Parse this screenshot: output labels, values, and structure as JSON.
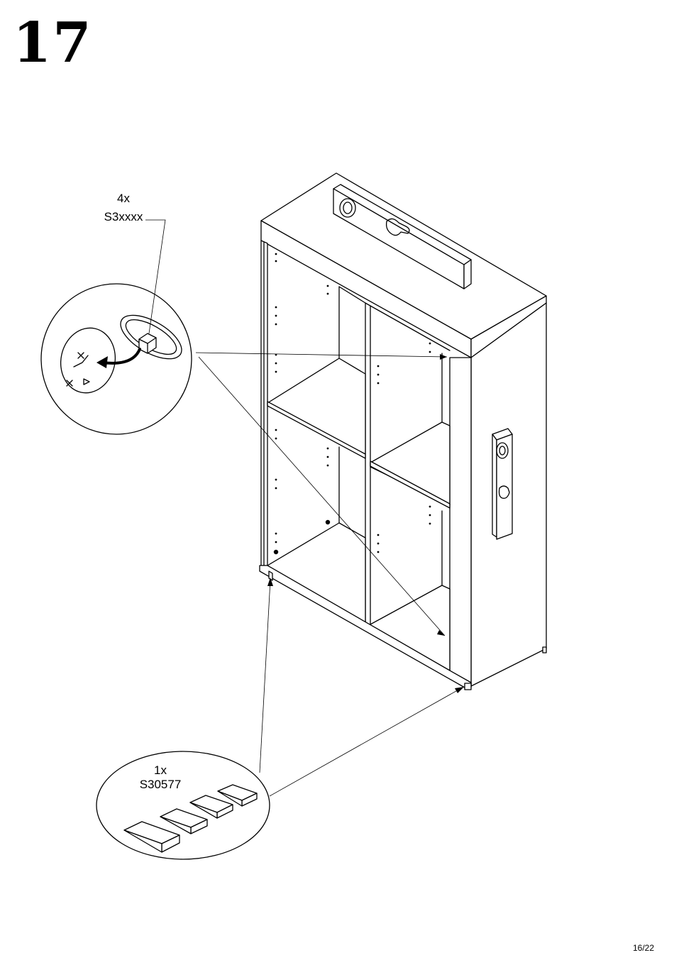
{
  "step": {
    "number": "17"
  },
  "callouts": {
    "cam": {
      "quantity": "4x",
      "part_code": "S3xxxx"
    },
    "wedges": {
      "quantity": "1x",
      "part_code": "S30577"
    }
  },
  "page": {
    "number": "16/22"
  },
  "icons": {
    "level_top": "spirit-level-icon",
    "level_side": "spirit-level-icon",
    "cam_lock": "cam-lock-icon",
    "wedge": "leveling-wedge-icon"
  }
}
